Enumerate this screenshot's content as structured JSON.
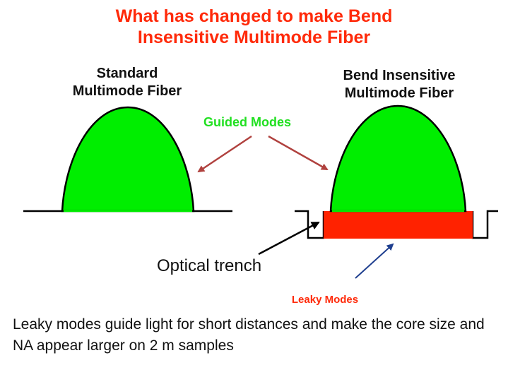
{
  "title": "What has changed to make Bend\nInsensitive Multimode Fiber",
  "standard_label": "Standard\nMultimode Fiber",
  "bend_insensitive_label": "Bend Insensitive\nMultimode Fiber",
  "guided_modes_label": "Guided Modes",
  "optical_trench_label": "Optical trench",
  "leaky_modes_label": "Leaky Modes",
  "caption": "Leaky modes guide light for short distances and make the core size and NA appear larger on 2 m samples",
  "colors": {
    "title": "#ff2a0a",
    "guided_fill": "#00ee00",
    "leaky_fill": "#ff2200",
    "guided_arrow": "#b0413e",
    "leaky_arrow": "#1f3f8f",
    "trench_arrow": "#000000",
    "profile_line": "#000000"
  }
}
